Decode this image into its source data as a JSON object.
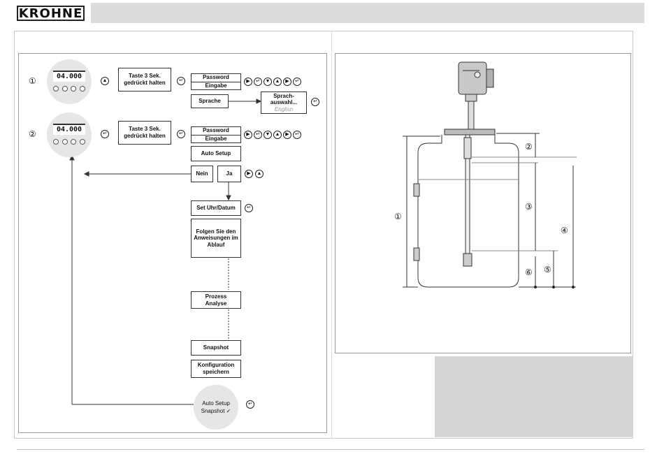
{
  "header": {
    "logo": "KROHNE"
  },
  "left": {
    "display_value": "04.000",
    "step_labels": [
      "①",
      "②"
    ],
    "boxes": {
      "hold1": "Taste 3 Sek. gedrückt halten",
      "password1_top": "Password",
      "password1_bottom": "Eingabe",
      "sprache": "Sprache",
      "sprachauswahl_1": "Sprach-",
      "sprachauswahl_2": "auswahl...",
      "sprachauswahl_3": "Englisn",
      "hold2": "Taste 3 Sek. gedrückt halten",
      "password2_top": "Password",
      "password2_bottom": "Eingabe",
      "autosetup": "Auto Setup",
      "nein": "Nein",
      "ja": "Ja",
      "uhr": "Set Uhr/Datum",
      "folgen": "Folgen Sie den Anweisungen im Ablauf",
      "prozess_1": "Prozess",
      "prozess_2": "Analyse",
      "snapshot": "Snapshot",
      "konfig_1": "Konfiguration",
      "konfig_2": "speichern"
    },
    "final_1": "Auto Setup",
    "final_2": "Snapshot ✓"
  },
  "right": {
    "dimension_labels": [
      "①",
      "②",
      "③",
      "④",
      "⑤",
      "⑥"
    ]
  }
}
